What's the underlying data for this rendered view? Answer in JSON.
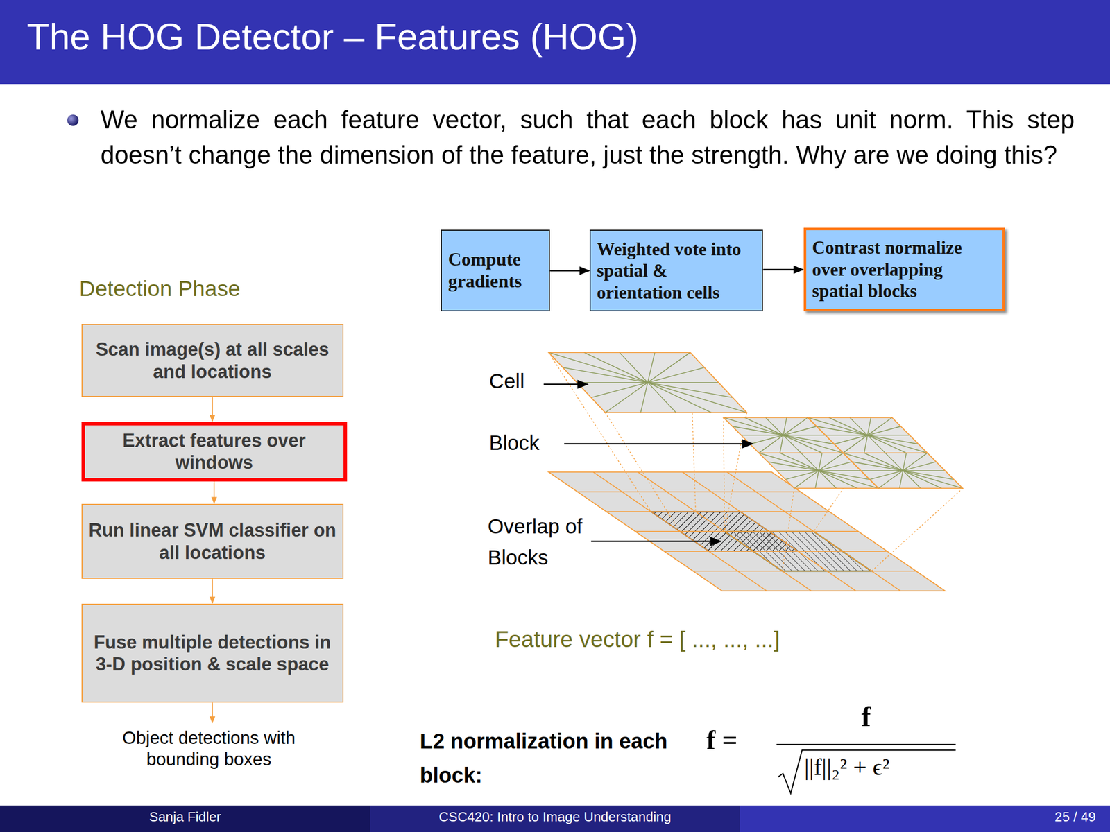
{
  "diagram": {
    "title": "The HOG Detector – Features (HOG)",
    "nodes": [
      {
        "text": [
          "Scan image(s) at all scales and locations"
        ]
      },
      {
        "text": [
          "Extract features over windows"
        ]
      },
      {
        "text": [
          "Run linear SVM classifier on all locations"
        ]
      },
      {
        "text": [
          "Fuse multiple detections in 3-D position & scale space"
        ]
      },
      {
        "text": [
          "Object detections with bounding boxes"
        ]
      },
      {
        "text": [
          "Compute gradients"
        ]
      },
      {
        "text": [
          "Weighted vote into spatial & orientation cells"
        ]
      },
      {
        "text": [
          "Contrast normalize over overlapping spatial blocks"
        ]
      }
    ],
    "edges": [
      {
        "from": 0,
        "to": 1,
        "arrow": "to"
      },
      {
        "from": 1,
        "to": 2,
        "arrow": "to"
      },
      {
        "from": 2,
        "to": 3,
        "arrow": "to"
      },
      {
        "from": 3,
        "to": 4,
        "arrow": "to"
      },
      {
        "from": 5,
        "to": 6,
        "arrow": "to"
      },
      {
        "from": 6,
        "to": 7,
        "arrow": "to"
      }
    ],
    "labels": [
      "We normalize each feature vector, such that each block has unit norm. This step doesn’t change the dimension of the feature, just the strength. Why are we doing this?",
      "Detection Phase",
      "Cell",
      "Block",
      "Overlap of Blocks",
      "Feature vector f = [ ..., ..., ...]",
      "L2 normalization in each block:",
      "f =",
      "f",
      "||f||₂² + ϵ²",
      "Sanja Fidler",
      "CSC420: Intro to Image Understanding",
      "25 / 49"
    ]
  }
}
